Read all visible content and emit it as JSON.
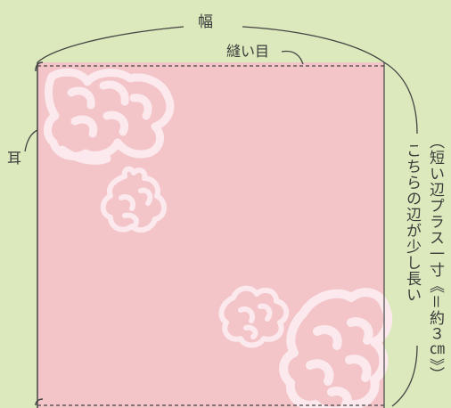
{
  "labels": {
    "width": "幅",
    "seam": "縫い目",
    "selvage": "耳",
    "longer_side": "こちらの辺が少し長い",
    "longer_side_note": "（短い辺プラス一寸《＝約３㎝》）"
  },
  "colors": {
    "background": "#dbe9bc",
    "cloth": "#f3c5c8",
    "pattern": "#fbe9ee",
    "line": "#444444"
  },
  "icons": [
    "peony-pattern"
  ]
}
